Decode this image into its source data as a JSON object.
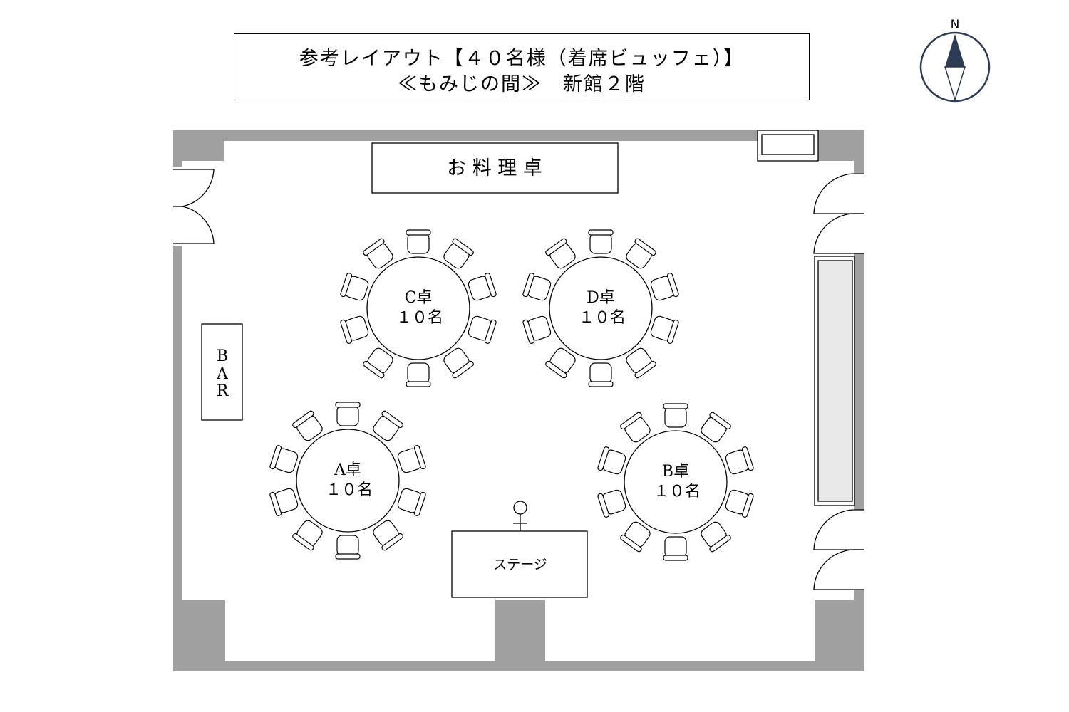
{
  "title": {
    "line1": "参考レイアウト【４０名様（着席ビュッフェ）】",
    "line2": "≪もみじの間≫　新館２階"
  },
  "compass": {
    "label": "N"
  },
  "buffet_table": {
    "label": "お 料 理 卓"
  },
  "bar": {
    "letters": [
      "B",
      "A",
      "R"
    ]
  },
  "stage": {
    "label": "ステージ"
  },
  "tables": [
    {
      "id": "C",
      "name": "C卓",
      "seats_label": "１０名",
      "seats": 10
    },
    {
      "id": "D",
      "name": "D卓",
      "seats_label": "１０名",
      "seats": 10
    },
    {
      "id": "A",
      "name": "A卓",
      "seats_label": "１０名",
      "seats": 10
    },
    {
      "id": "B",
      "name": "B卓",
      "seats_label": "１０名",
      "seats": 10
    }
  ],
  "colors": {
    "wall": "#a0a0a0",
    "compass_ring": "#2e3b55",
    "compass_needle": "#2e3b55",
    "window": "#e8e8e8"
  }
}
